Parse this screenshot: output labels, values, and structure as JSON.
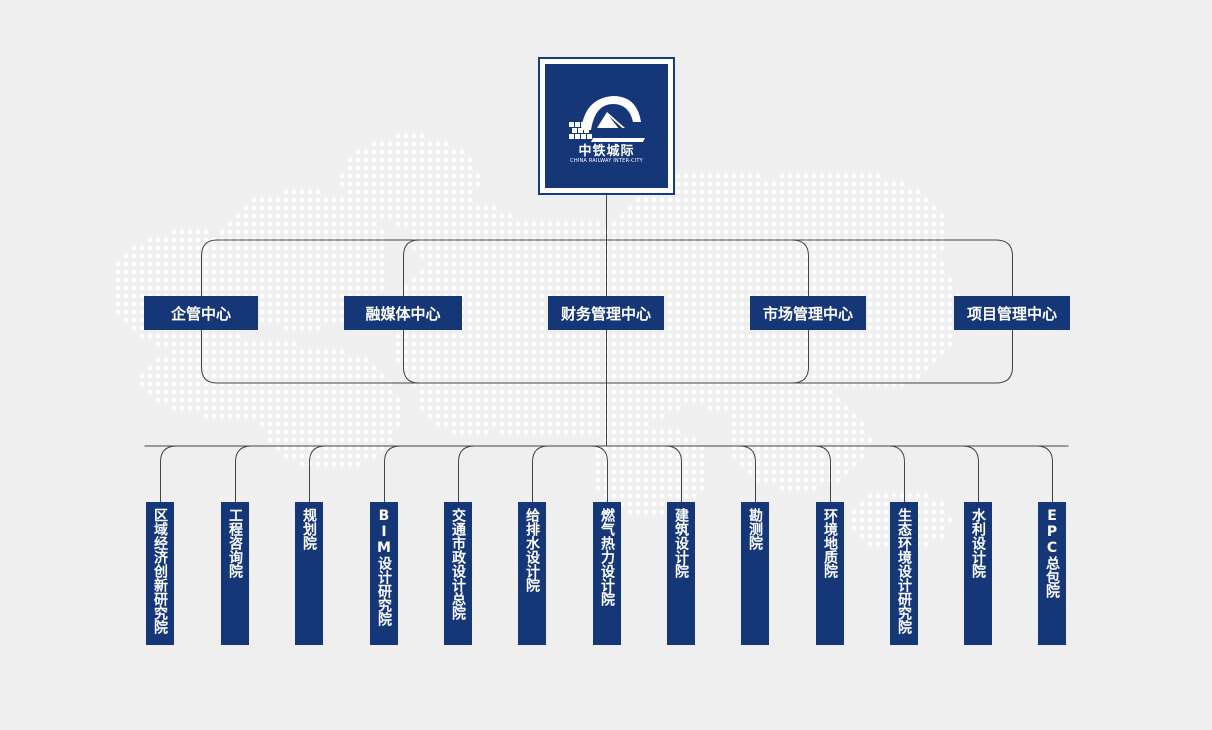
{
  "root": {
    "name": "中铁城际",
    "subtitle": "CHINA RAILWAY INTER-CITY"
  },
  "centers": [
    "企管中心",
    "融媒体中心",
    "财务管理中心",
    "市场管理中心",
    "项目管理中心"
  ],
  "institutes": [
    "区域经济创新研究院",
    "工程咨询院",
    "规划院",
    "BIM设计研究院",
    "交通市政设计总院",
    "给排水设计院",
    "燃气热力设计院",
    "建筑设计院",
    "勘测院",
    "环境地质院",
    "生态环境设计研究院",
    "水利设计院",
    "EPC总包院"
  ],
  "colors": {
    "box_fill": "#163777",
    "line": "#444444",
    "background": "#efefef",
    "map_dots": "#ffffff"
  }
}
